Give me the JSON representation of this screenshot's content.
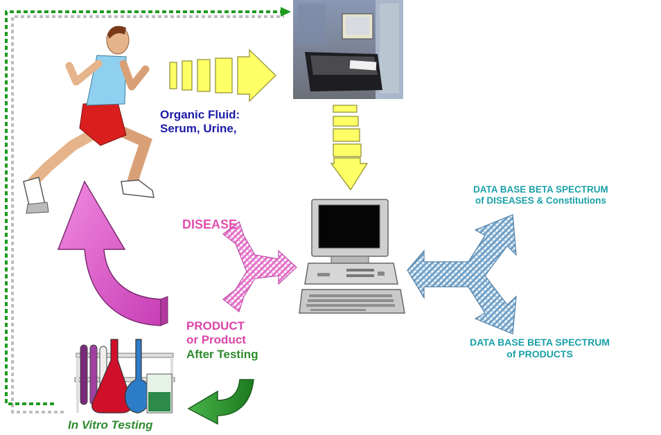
{
  "labels": {
    "organic_line1": "Organic Fluid:",
    "organic_line2": "Serum, Urine,",
    "disease": "DISEASE",
    "product_line1": "PRODUCT",
    "product_line2": "or Product",
    "product_line3": "After Testing",
    "db_diseases_line1": "DATA BASE BETA SPECTRUM",
    "db_diseases_line2": "of DISEASES & Constitutions",
    "db_products_line1": "DATA BASE BETA SPECTRUM",
    "db_products_line2": "of PRODUCTS",
    "in_vitro": "In Vitro Testing"
  },
  "colors": {
    "organic": "#1a1aa8",
    "disease": "#e24fae",
    "product": "#d944a8",
    "after_testing": "#2e8b2e",
    "database": "#1aa0a8",
    "in_vitro": "#2e8b2e",
    "loop_green": "#1f9a1f",
    "loop_gray": "#bdbdbd",
    "yellow_arrow": "#ffff66",
    "magenta_arrow": "#e36ad2",
    "blue_pattern": "#8ab6d6"
  },
  "icons": {
    "runner": "runner-figure",
    "analyzer": "lab-analyzer-photo",
    "computer": "desktop-computer",
    "lab": "lab-flasks"
  }
}
